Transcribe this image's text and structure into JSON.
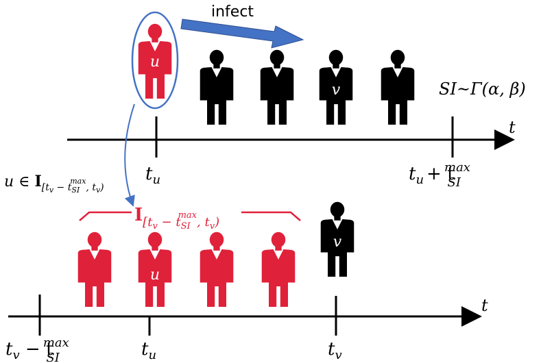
{
  "arrow_label": "infect",
  "distribution_label": "SI~Γ(α, β)",
  "axis_label_t": "t",
  "person_labels": {
    "u": "u",
    "v": "v"
  },
  "top_timeline": {
    "tick_tu": {
      "main": "t",
      "sub": "u"
    },
    "tick_tmax": {
      "main": "t",
      "sub": "u",
      "plus": "+ t",
      "sub2": "SI",
      "sup2": "max"
    }
  },
  "membership": {
    "prefix": "u ∈ ",
    "set_symbol": "I",
    "range": "[t",
    "range_v": "v",
    "minus": " − t",
    "sub_si": "SI",
    "sup_max": "max",
    "tail": ", t",
    "tail_v": "v",
    "close": ")"
  },
  "bottom_timeline": {
    "tick_tvmax": {
      "main": "t",
      "sub": "v",
      "minus": " − t",
      "sub2": "SI",
      "sup2": "max"
    },
    "tick_tu": {
      "main": "t",
      "sub": "u"
    },
    "tick_tv": {
      "main": "t",
      "sub": "v"
    }
  },
  "colors": {
    "infected": "#e0213a",
    "susceptible": "#000000",
    "arrow": "#4472c4",
    "bracket": "#e0213a"
  }
}
